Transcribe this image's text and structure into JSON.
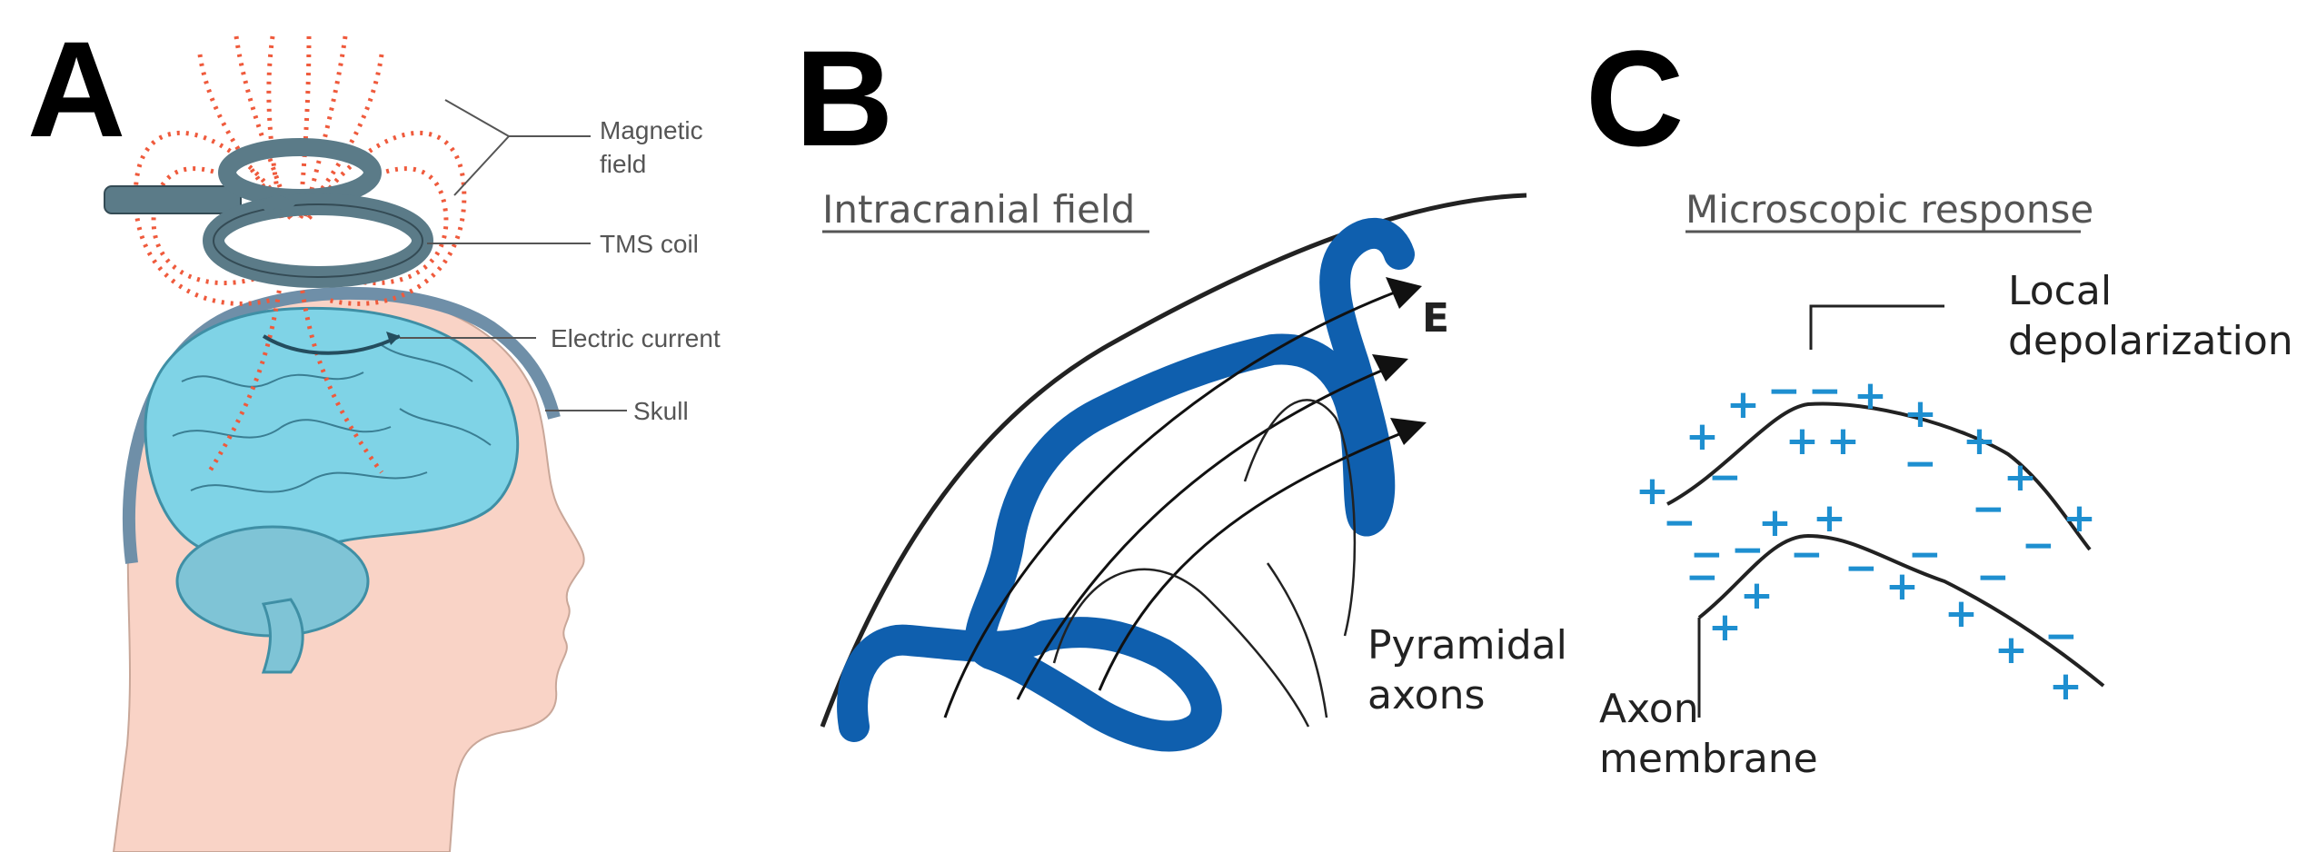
{
  "panels": {
    "a": {
      "letter": "A",
      "labels": {
        "magnetic_field_1": "Magnetic",
        "magnetic_field_2": "field",
        "tms_coil": "TMS coil",
        "electric_current": "Electric current",
        "skull": "Skull"
      }
    },
    "b": {
      "letter": "B",
      "title": "Intracranial field",
      "e_label": "E",
      "pyramidal_1": "Pyramidal",
      "pyramidal_2": "axons"
    },
    "c": {
      "letter": "C",
      "title": "Microscopic response",
      "local_1": "Local",
      "local_2": "depolarization",
      "axon_1": "Axon",
      "axon_2": "membrane",
      "plus": "+",
      "minus": "−"
    }
  },
  "colors": {
    "skin": "#f9d3c6",
    "brain": "#7fd3e6",
    "field": "#ef5a3c",
    "coil": "#5b7b88",
    "cortex": "#0f5fae",
    "sign": "#1e8fd0"
  }
}
